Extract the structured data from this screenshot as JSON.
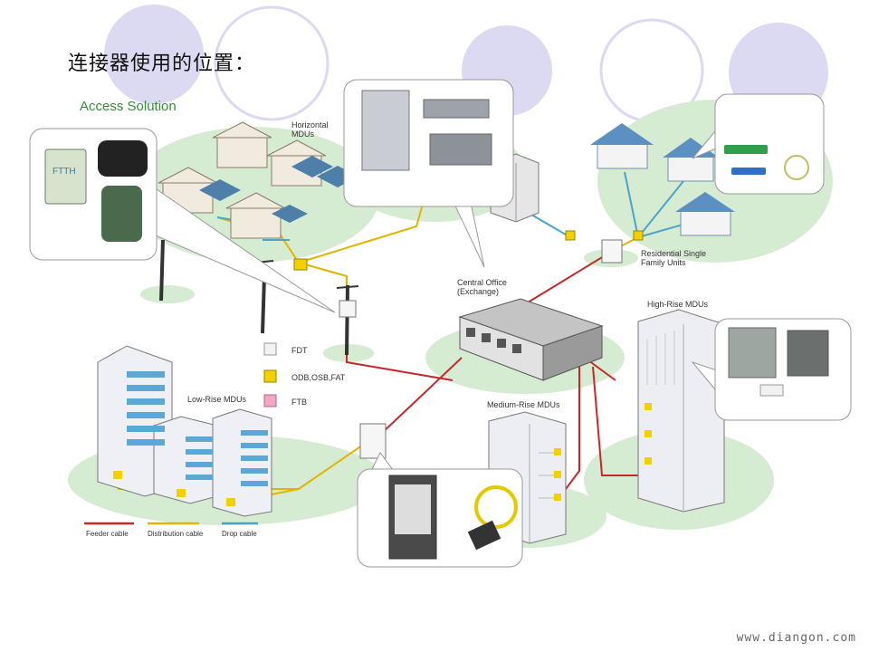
{
  "header": {
    "title": "连接器使用的位置：",
    "subtitle": "Access Solution"
  },
  "labels": {
    "horizontal_mdus": [
      "Horizontal",
      "MDUs"
    ],
    "central_office": [
      "Central Office",
      "(Exchange)"
    ],
    "residential": [
      "Residential Single",
      "Family Units"
    ],
    "high_rise": "High-Rise MDUs",
    "low_rise": "Low-Rise MDUs",
    "medium_rise": "Medium-Rise MDUs"
  },
  "legend_boxes": [
    {
      "label": "FDT",
      "color": "#f2f2f2"
    },
    {
      "label": "ODB,OSB,FAT",
      "color": "#f4d000"
    },
    {
      "label": "FTB",
      "color": "#f2a6c4"
    }
  ],
  "legend_cables": [
    {
      "label": "Feeder cable",
      "color": "#c62828"
    },
    {
      "label": "Distribution cable",
      "color": "#e0b400"
    },
    {
      "label": "Drop cable",
      "color": "#4aa3c9"
    }
  ],
  "icon_text": {
    "ftth": "FTTH"
  },
  "watermark": "www.diangon.com",
  "colors": {
    "ground": "#d6ecd2",
    "bubble_top": "#dcd9f2",
    "accent_green": "#3a8a3a"
  }
}
